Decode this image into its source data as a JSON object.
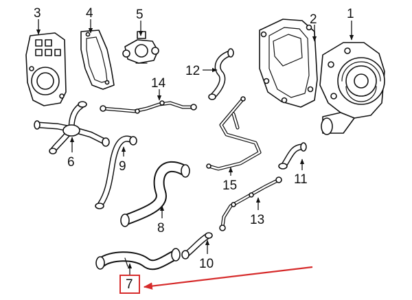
{
  "callouts": {
    "c1": "1",
    "c2": "2",
    "c3": "3",
    "c4": "4",
    "c5": "5",
    "c6": "6",
    "c7": "7",
    "c8": "8",
    "c9": "9",
    "c10": "10",
    "c11": "11",
    "c12": "12",
    "c13": "13",
    "c14": "14",
    "c15": "15"
  },
  "highlight": {
    "callout": "7",
    "color": "#d62b2b"
  },
  "colors": {
    "line": "#111111",
    "background": "#ffffff"
  }
}
